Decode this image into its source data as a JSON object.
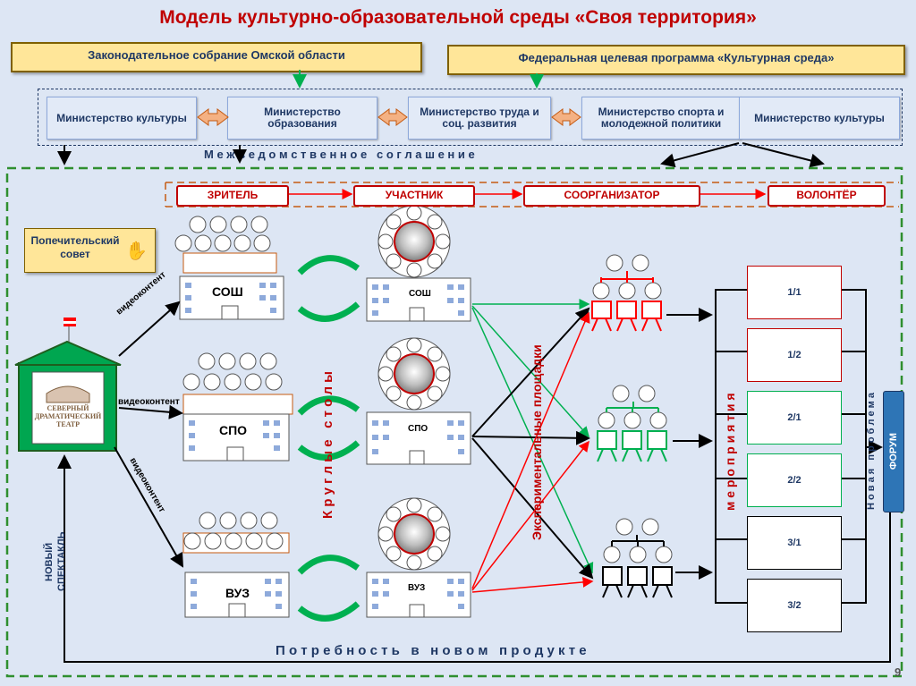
{
  "title": "Модель культурно-образовательной среды «Своя территория»",
  "top_boxes": {
    "left": "Законодательное собрание Омской области",
    "right": "Федеральная целевая программа «Культурная среда»"
  },
  "ministries": [
    "Министерство культуры",
    "Министерство образования",
    "Министерство труда и соц. развития",
    "Министерство спорта и молодежной политики",
    "Министерство культуры"
  ],
  "agreement": "М е ж в е д о м с т в е н н о е   с о г л а ш е н и е",
  "stages": [
    "ЗРИТЕЛЬ",
    "УЧАСТНИК",
    "СООРГАНИЗАТОР",
    "ВОЛОНТЁР"
  ],
  "trustees": "Попечительский совет",
  "theatre_sign": "СЕВЕРНЫЙ ДРАМАТИЧЕСКИЙ ТЕАТР",
  "video_label": "видеоконтент",
  "new_play": "НОВЫЙ СПЕКТАКЛЬ",
  "schools": [
    "СОШ",
    "СПО",
    "ВУЗ"
  ],
  "round_tables": "К р у г л ы е   с т о л ы",
  "exp_sites": "Экспериментальные площадки",
  "events_label": "м е р о п р и я т и я",
  "events": [
    "1/1",
    "1/2",
    "2/1",
    "2/2",
    "3/1",
    "3/2"
  ],
  "new_problem": "Н о в а я   п р о б л е м а",
  "forum": "ФОРУМ",
  "bottom_need": "П о т р е б н о с т ь   в   н о в о м   п р о д у к т е",
  "page_number": "9",
  "colors": {
    "title": "#c00000",
    "navy": "#1f3864",
    "green": "#00b050",
    "red": "#ff0000",
    "frame": "#2f8f2f"
  }
}
